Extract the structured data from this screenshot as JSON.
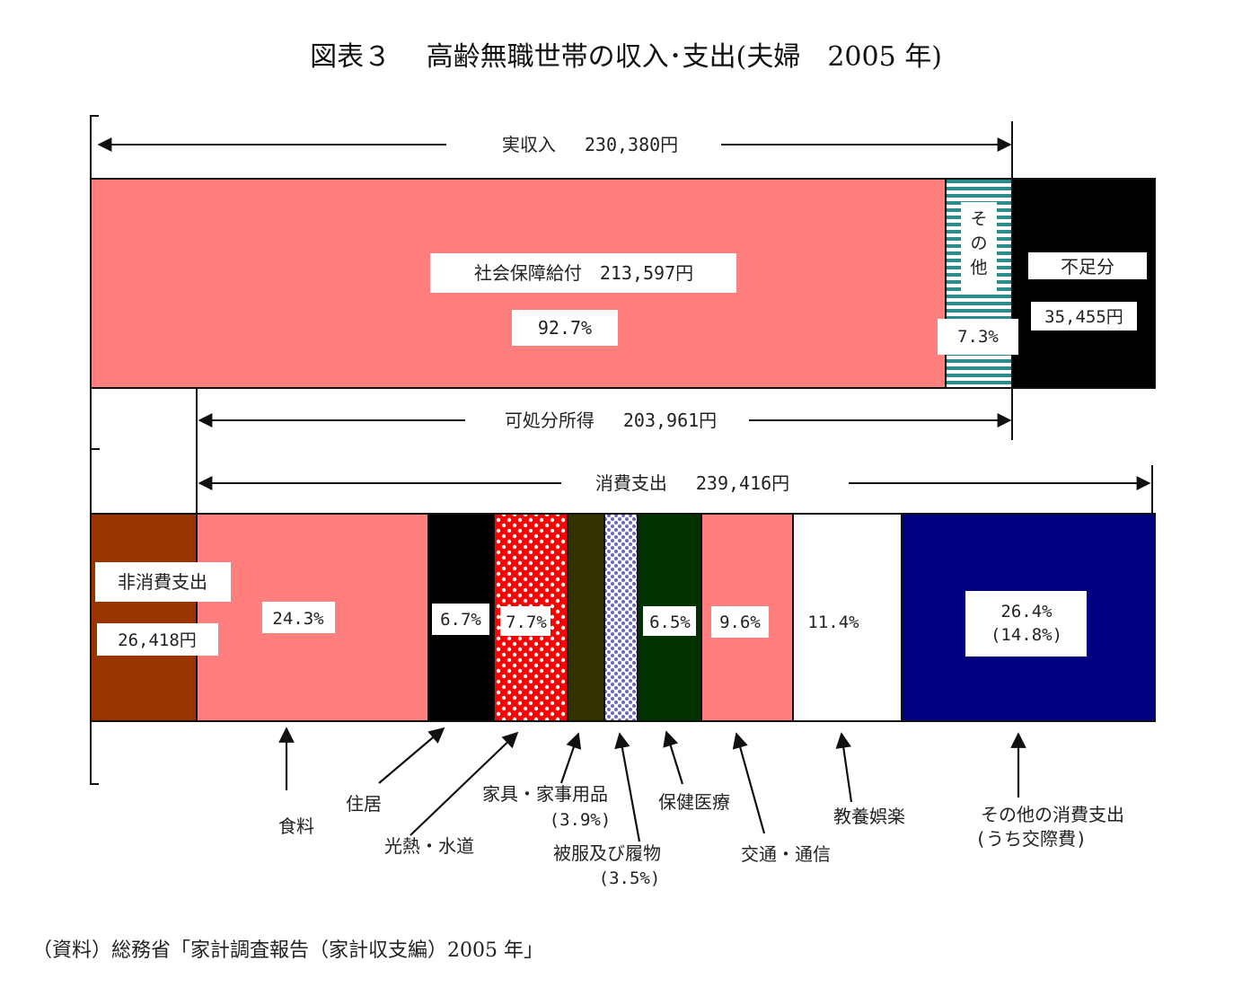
{
  "title": "図表３　 高齢無職世帯の収入･支出(夫婦　2005 年)",
  "source": "（資料）総務省「家計調査報告（家計収支編）2005 年」",
  "colors": {
    "pink": "#ff7f7f",
    "teal": "#2a8c8c",
    "black": "#000000",
    "brown": "#993300",
    "red": "#ff0000",
    "olive": "#333300",
    "purple_dots": "#9999cc",
    "dark_green": "#003300",
    "navy": "#000080",
    "white": "#ffffff"
  },
  "chart_data": {
    "type": "bar",
    "orientation": "horizontal-stacked",
    "title": "図表３　 高齢無職世帯の収入･支出(夫婦　2005 年)",
    "income_bar": {
      "brackets": {
        "actual_income": "実収入　 230,380円"
      },
      "segments": [
        {
          "key": "social_security",
          "name": "社会保障給付",
          "amount": "213,597円",
          "percent": 92.7,
          "percent_label": "92.7%",
          "label": "社会保障給付　213,597円"
        },
        {
          "key": "other_income",
          "name": "その他",
          "percent": 7.3,
          "percent_label": "7.3%"
        },
        {
          "key": "deficit",
          "name": "不足分",
          "amount": "35,455円",
          "value": 35455
        }
      ]
    },
    "disposable_income": "可処分所得　 203,961円",
    "consumption_total": "消費支出　 239,416円",
    "expense_bar": {
      "non_consumption": {
        "name": "非消費支出",
        "amount": "26,418円",
        "value": 26418
      },
      "segments": [
        {
          "key": "food",
          "name": "食料",
          "percent": 24.3,
          "percent_label": "24.3%"
        },
        {
          "key": "housing",
          "name": "住居",
          "percent": 6.7,
          "percent_label": "6.7%"
        },
        {
          "key": "utilities",
          "name": "光熱・水道",
          "percent": 7.7,
          "percent_label": "7.7%"
        },
        {
          "key": "furniture",
          "name": "家具・家事用品",
          "percent": 3.9,
          "sub": "(3.9%)"
        },
        {
          "key": "clothing",
          "name": "被服及び履物",
          "percent": 3.5,
          "sub": "(3.5%)"
        },
        {
          "key": "medical",
          "name": "保健医療",
          "percent": 6.5,
          "percent_label": "6.5%"
        },
        {
          "key": "transport",
          "name": "交通・通信",
          "percent": 9.6,
          "percent_label": "9.6%"
        },
        {
          "key": "culture",
          "name": "教養娯楽",
          "percent": 11.4,
          "percent_label": "11.4%"
        },
        {
          "key": "other",
          "name": "その他の消費支出",
          "sub": "(うち交際費)",
          "percent": 26.4,
          "percent_label": "26.4%",
          "sub_percent_label": "(14.8%)"
        }
      ]
    }
  }
}
